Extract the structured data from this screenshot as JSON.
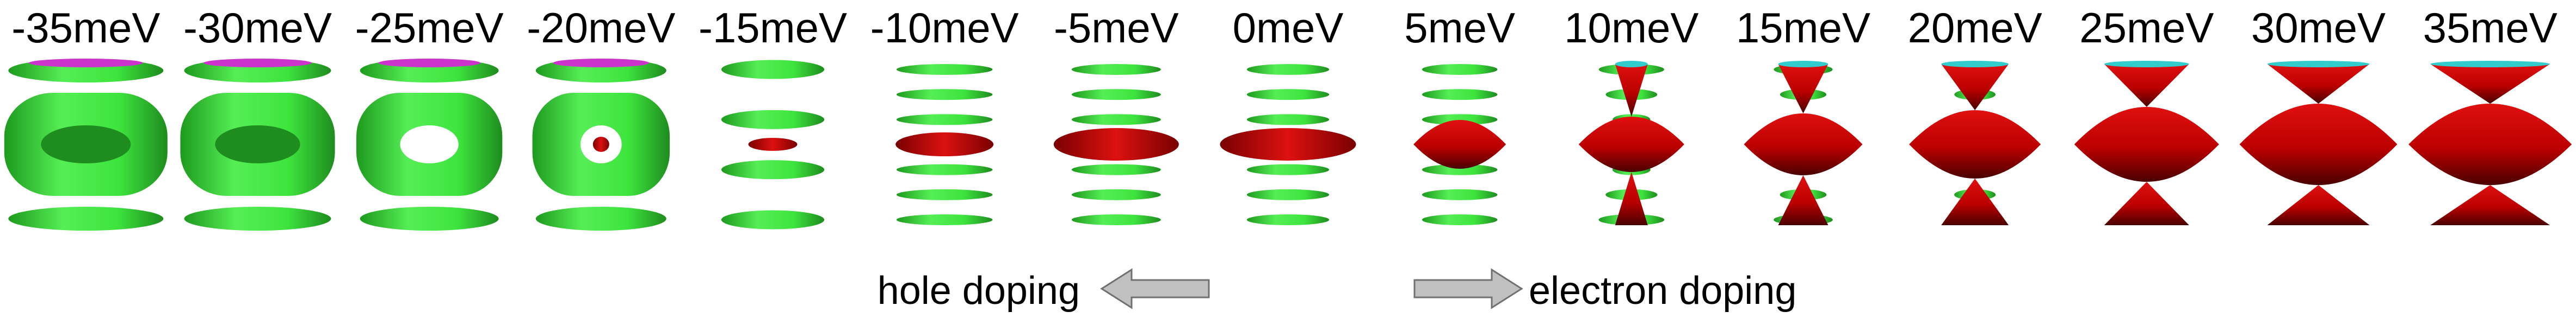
{
  "panels": [
    {
      "label": "-35meV",
      "energy": -35
    },
    {
      "label": "-30meV",
      "energy": -30
    },
    {
      "label": "-25meV",
      "energy": -25
    },
    {
      "label": "-20meV",
      "energy": -20
    },
    {
      "label": "-15meV",
      "energy": -15
    },
    {
      "label": "-10meV",
      "energy": -10
    },
    {
      "label": "-5meV",
      "energy": -5
    },
    {
      "label": "0meV",
      "energy": 0
    },
    {
      "label": "5meV",
      "energy": 5
    },
    {
      "label": "10meV",
      "energy": 10
    },
    {
      "label": "15meV",
      "energy": 15
    },
    {
      "label": "20meV",
      "energy": 20
    },
    {
      "label": "25meV",
      "energy": 25
    },
    {
      "label": "30meV",
      "energy": 30
    },
    {
      "label": "35meV",
      "energy": 35
    }
  ],
  "doping": {
    "hole_label": "hole doping",
    "electron_label": "electron doping"
  },
  "colors": {
    "hole_surface": "#3ee43e",
    "hole_surface_dark": "#1e8c1e",
    "electron_surface": "#cc0000",
    "electron_surface_dark": "#5a0000",
    "cap_magenta": "#cc33cc",
    "cap_cyan": "#33cccc",
    "arrow_fill": "#c0c0c0",
    "arrow_stroke": "#707070"
  }
}
